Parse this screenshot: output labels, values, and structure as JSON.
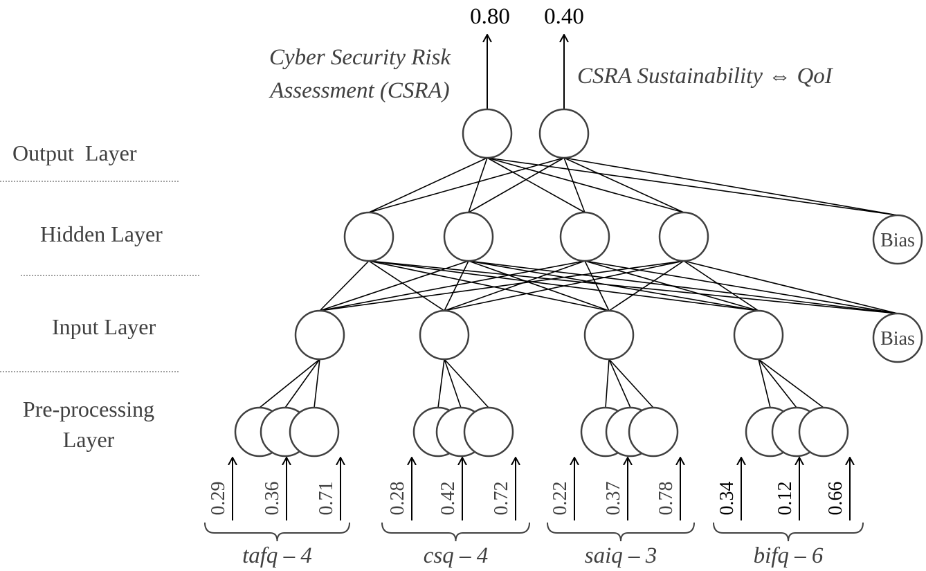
{
  "layers": {
    "output": "Output  Layer",
    "hidden": "Hidden Layer",
    "input": "Input Layer",
    "preprocessing_line1": "Pre-processing",
    "preprocessing_line2": "Layer"
  },
  "outputs": [
    {
      "value": "0.80",
      "caption_line1": "Cyber Security Risk",
      "caption_line2": "Assessment (CSRA)"
    },
    {
      "value": "0.40",
      "caption_line1": "CSRA Sustainability ⇔ QoI",
      "caption_line2": ""
    }
  ],
  "bias_label": "Bias",
  "input_groups": [
    {
      "label": "tafq – 4",
      "values": [
        "0.29",
        "0.36",
        "0.71"
      ]
    },
    {
      "label": "csq – 4",
      "values": [
        "0.28",
        "0.42",
        "0.72"
      ]
    },
    {
      "label": "saiq – 3",
      "values": [
        "0.22",
        "0.37",
        "0.78"
      ]
    },
    {
      "label": "bifq – 6",
      "values": [
        "0.34",
        "0.12",
        "0.66"
      ]
    }
  ],
  "colors": {
    "dark_text": "#000000",
    "grey_text": "#404040"
  }
}
